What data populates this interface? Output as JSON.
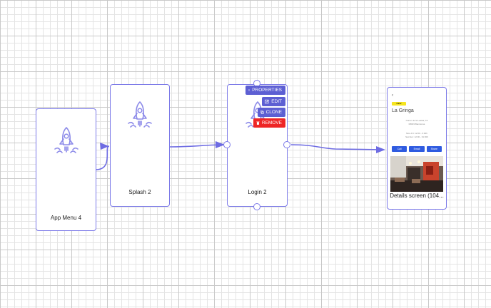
{
  "canvas": {
    "background": "#ffffff",
    "grid_minor": "#e4e4e4",
    "grid_major": "#c9c9c9",
    "accent": "#7b79e8"
  },
  "nodes": [
    {
      "id": "app-menu",
      "label": "App Menu 4"
    },
    {
      "id": "splash",
      "label": "Splash 2"
    },
    {
      "id": "login",
      "label": "Login 2"
    },
    {
      "id": "details",
      "label": "Details screen (104..."
    }
  ],
  "context_menu": {
    "properties": "PROPERTIES",
    "edit": "EDIT",
    "clone": "CLONE",
    "remove": "REMOVE"
  },
  "details_preview": {
    "back": "‹",
    "badge": "NEW",
    "title": "La Gringa",
    "address_line1": "Carrer de la Lealtat, 15",
    "address_line2": "08003 Barcelona",
    "hours_line1": "Mon-Fri: 12:00 - 0:00h",
    "hours_line2": "Sat-Sun: 12:00 - 01:00h",
    "buttons": [
      "Call",
      "Email",
      "Share"
    ]
  },
  "colors": {
    "purple": "#5d5fd3",
    "red": "#ee2626",
    "blue_button": "#2f5be0",
    "badge_yellow": "#f6e51e"
  }
}
